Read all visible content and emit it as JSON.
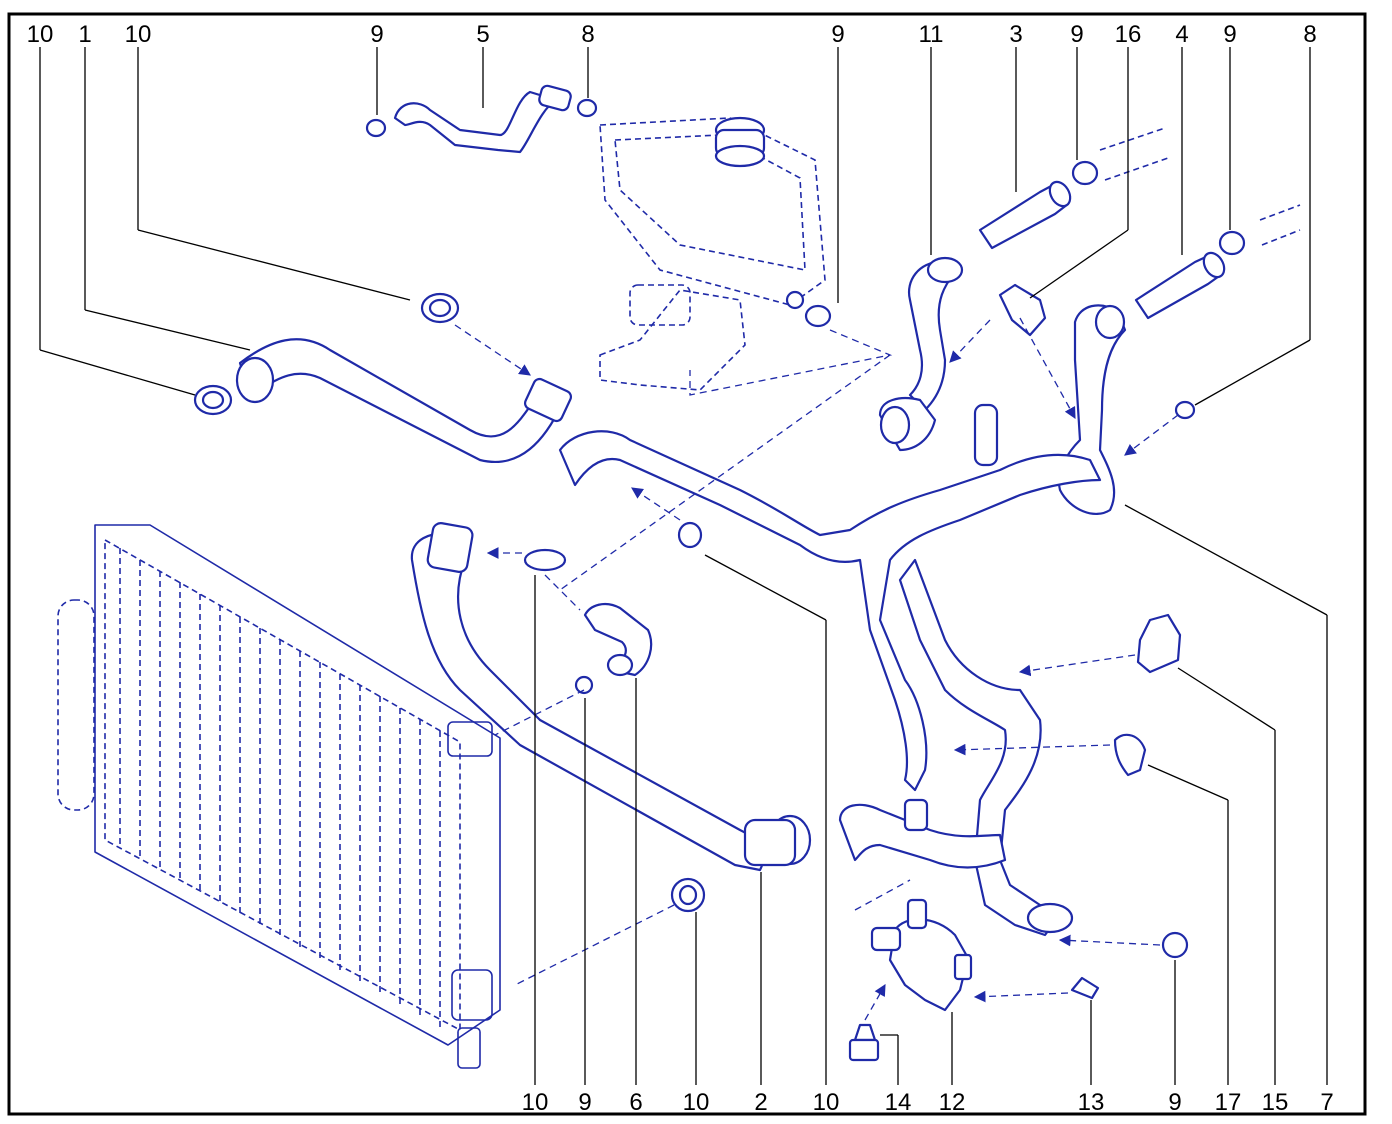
{
  "callouts_top": [
    "10",
    "1",
    "10",
    "9",
    "5",
    "8",
    "9",
    "11",
    "3",
    "9",
    "16",
    "4",
    "9",
    "8"
  ],
  "callouts_bottom": [
    "10",
    "9",
    "6",
    "10",
    "2",
    "10",
    "14",
    "12",
    "13",
    "9",
    "17",
    "15",
    "7"
  ],
  "colors": {
    "line_art": "#1f2aa8",
    "frame": "#000000",
    "background": "#ffffff"
  }
}
